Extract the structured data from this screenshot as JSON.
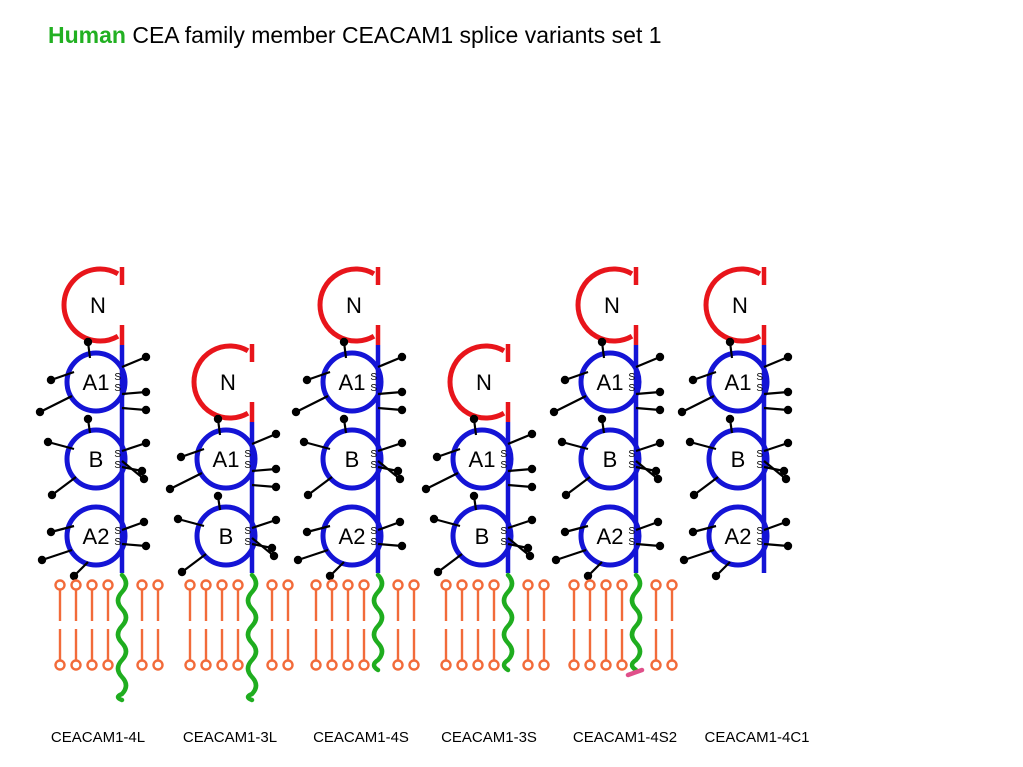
{
  "title": {
    "highlight": "Human",
    "rest": "CEA family member CEACAM1 splice variants set 1"
  },
  "colors": {
    "highlight": "#22b022",
    "n_domain": "#e8151b",
    "ig_domain": "#1414d6",
    "lipid": "#f26b3a",
    "cytoplasmic_tail": "#1fad1f",
    "tail_end": "#e0508a",
    "glycan": "#000000"
  },
  "disulfide_label": "S",
  "variants": [
    {
      "name": "CEACAM1-4L",
      "domains": [
        "N",
        "A1",
        "B",
        "A2"
      ],
      "anchor": "transmembrane",
      "cytoplasmic_tail": "long"
    },
    {
      "name": "CEACAM1-3L",
      "domains": [
        "N",
        "A1",
        "B"
      ],
      "anchor": "transmembrane",
      "cytoplasmic_tail": "long"
    },
    {
      "name": "CEACAM1-4S",
      "domains": [
        "N",
        "A1",
        "B",
        "A2"
      ],
      "anchor": "transmembrane",
      "cytoplasmic_tail": "short"
    },
    {
      "name": "CEACAM1-3S",
      "domains": [
        "N",
        "A1",
        "B"
      ],
      "anchor": "transmembrane",
      "cytoplasmic_tail": "short"
    },
    {
      "name": "CEACAM1-4S2",
      "domains": [
        "N",
        "A1",
        "B",
        "A2"
      ],
      "anchor": "transmembrane",
      "cytoplasmic_tail": "short-variant"
    },
    {
      "name": "CEACAM1-4C1",
      "domains": [
        "N",
        "A1",
        "B",
        "A2"
      ],
      "anchor": "none",
      "cytoplasmic_tail": "none"
    }
  ]
}
